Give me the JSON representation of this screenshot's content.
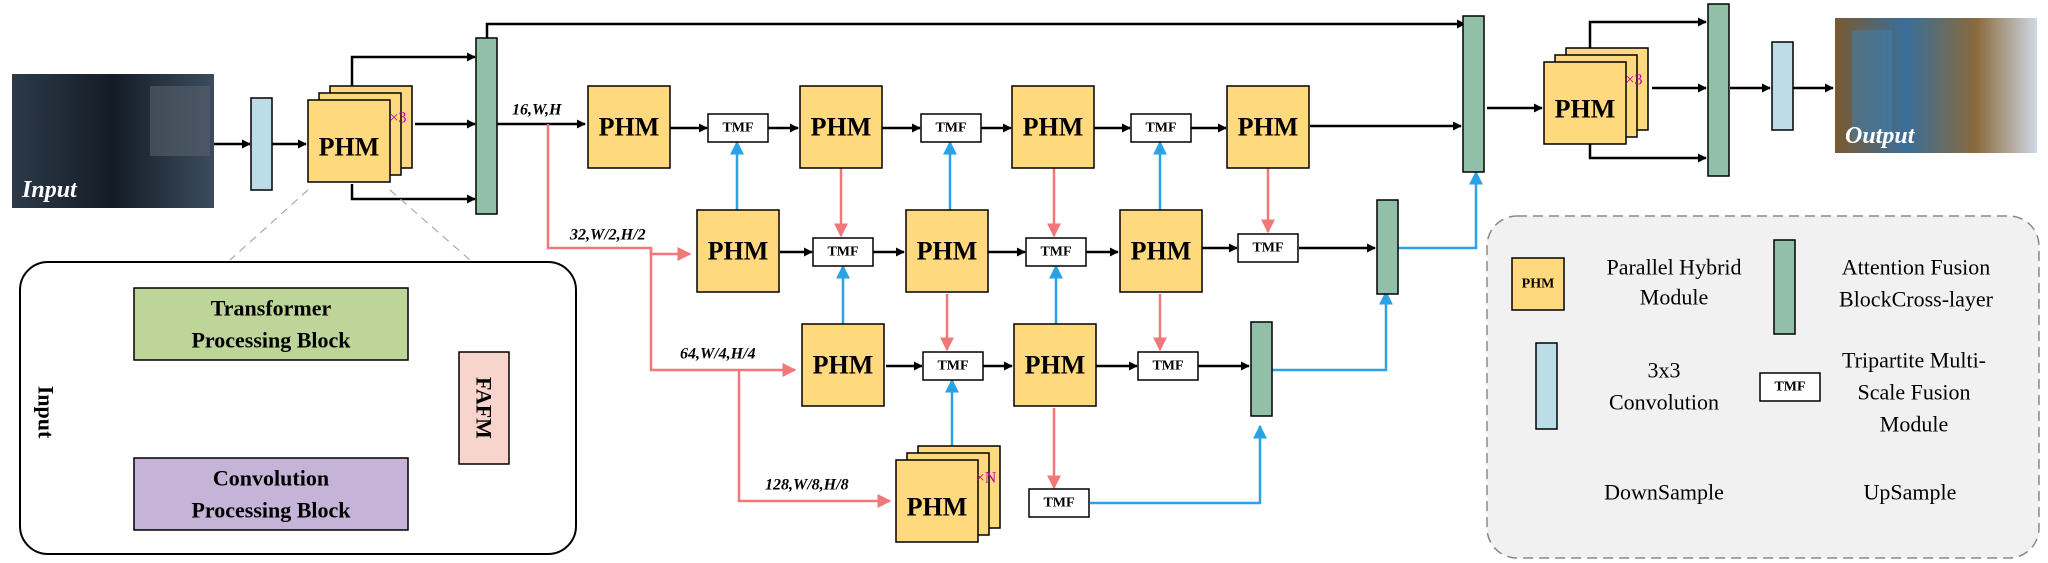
{
  "colors": {
    "phm": "#ffd97d",
    "conv": "#bcdde8",
    "attention": "#92bfa8",
    "down": "#f07878",
    "up": "#2aa2e6",
    "transformer_block": "#bed59a",
    "convolution_block": "#c5b4d8",
    "fafm": "#f8d5cc",
    "legend_bg": "#f1f1f1"
  },
  "labels": {
    "input": "Input",
    "output": "Output",
    "phm": "PHM",
    "tmf": "TMF",
    "x3": "×3",
    "xN": "×N",
    "res1": "16,W,H",
    "res2": "32,W/2,H/2",
    "res3": "64,W/4,H/4",
    "res4": "128,W/8,H/8"
  },
  "detail": {
    "input": "Input",
    "transformer": [
      "Transformer",
      "Processing Block"
    ],
    "convolution": [
      "Convolution",
      "Processing Block"
    ],
    "fafm": "FAFM"
  },
  "legend": {
    "phm": [
      "Parallel Hybrid",
      "Module"
    ],
    "attention": [
      "Attention Fusion",
      "BlockCross-layer"
    ],
    "conv": [
      "3x3",
      "Convolution"
    ],
    "tmf": [
      "Tripartite Multi-",
      "Scale Fusion",
      "Module"
    ],
    "down": "DownSample",
    "up": "UpSample"
  }
}
